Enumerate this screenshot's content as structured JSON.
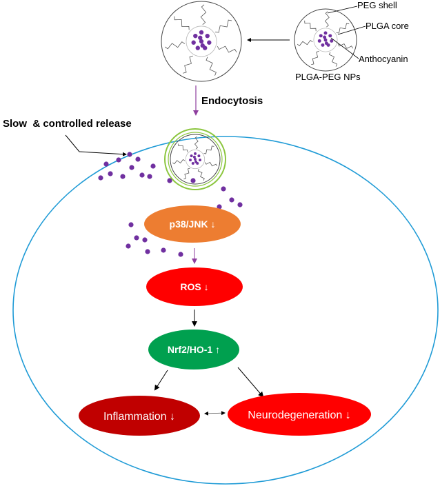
{
  "labels": {
    "peg_shell": "PEG shell",
    "plga_core": "PLGA core",
    "anthocyanin": "Anthocyanin",
    "nps": "PLGA-PEG NPs",
    "endocytosis": "Endocytosis",
    "release": "Slow  & controlled release"
  },
  "nodes": {
    "p38": {
      "label": "p38/JNK ↓",
      "color": "#ED7D31"
    },
    "ros": {
      "label": "ROS ↓",
      "color": "#FF0000"
    },
    "nrf2": {
      "label": "Nrf2/HO-1 ↑",
      "color": "#00A04F"
    },
    "inflammation": {
      "label": "Inflammation ↓",
      "color": "#C00000"
    },
    "neuro": {
      "label": "Neurodegeneration ↓",
      "color": "#FF0000"
    }
  },
  "colors": {
    "drug": "#7030A0",
    "cell_membrane": "#1F9BD6",
    "endosome": "#8CC63F",
    "arrow_purple": "#8E3E9E"
  }
}
